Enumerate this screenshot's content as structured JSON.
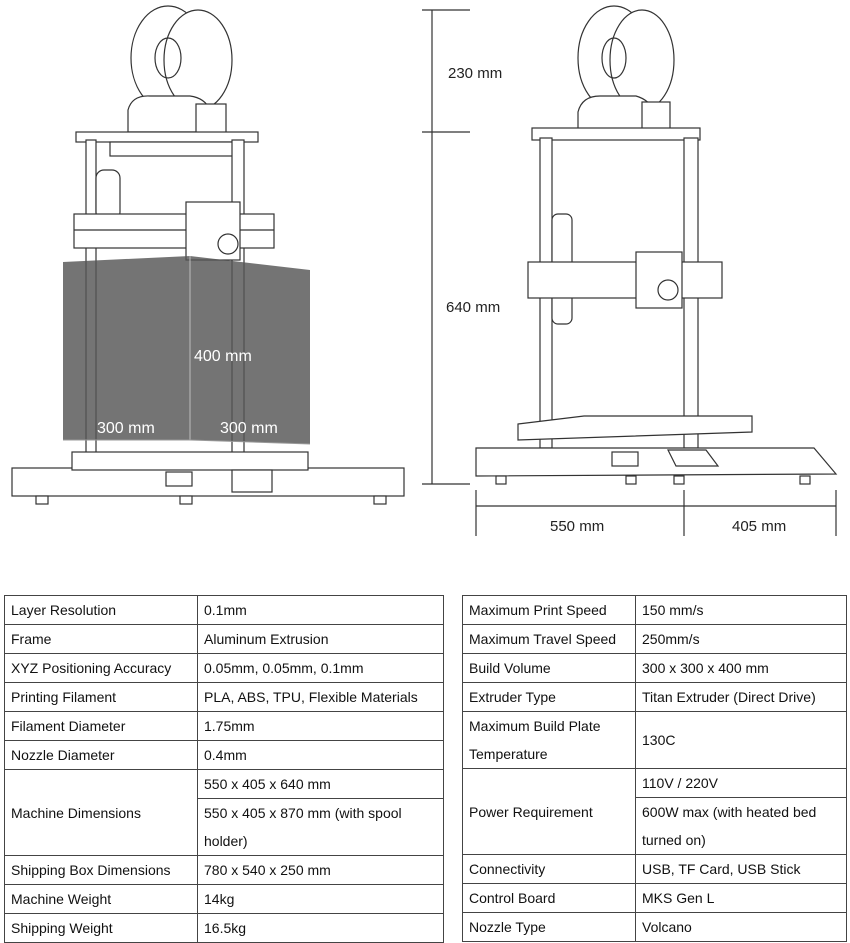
{
  "dimensions": {
    "build_width": "300 mm",
    "build_depth": "300 mm",
    "build_height": "400 mm",
    "spool_height": "230 mm",
    "machine_height": "640 mm",
    "machine_width": "550 mm",
    "machine_depth": "405 mm"
  },
  "specs_left": [
    {
      "label": "Layer Resolution",
      "value": "0.1mm"
    },
    {
      "label": "Frame",
      "value": "Aluminum Extrusion"
    },
    {
      "label": "XYZ Positioning Accuracy",
      "value": "0.05mm, 0.05mm, 0.1mm"
    },
    {
      "label": "Printing Filament",
      "value": "PLA, ABS, TPU, Flexible Materials"
    },
    {
      "label": "Filament Diameter",
      "value": "1.75mm"
    },
    {
      "label": "Nozzle Diameter",
      "value": "0.4mm"
    },
    {
      "label": "Machine Dimensions",
      "values": [
        "550 x 405 x 640 mm",
        "550 x 405 x 870 mm (with spool holder)"
      ]
    },
    {
      "label": "Shipping Box Dimensions",
      "value": "780 x 540 x 250 mm"
    },
    {
      "label": "Machine Weight",
      "value": "14kg"
    },
    {
      "label": "Shipping Weight",
      "value": "16.5kg"
    }
  ],
  "specs_right": [
    {
      "label": "Maximum Print Speed",
      "value": "150 mm/s"
    },
    {
      "label": "Maximum Travel Speed",
      "value": "250mm/s"
    },
    {
      "label": "Build Volume",
      "value": "300 x 300 x 400 mm"
    },
    {
      "label": "Extruder Type",
      "value": "Titan Extruder (Direct Drive)"
    },
    {
      "label": "Maximum Build Plate Temperature",
      "value": "130C"
    },
    {
      "label": "Power Requirement",
      "values": [
        "110V / 220V",
        "600W max (with heated bed turned on)"
      ]
    },
    {
      "label": "Connectivity",
      "value": "USB, TF Card, USB Stick"
    },
    {
      "label": "Control Board",
      "value": "MKS Gen L"
    },
    {
      "label": "Nozzle Type",
      "value": "Volcano"
    }
  ]
}
